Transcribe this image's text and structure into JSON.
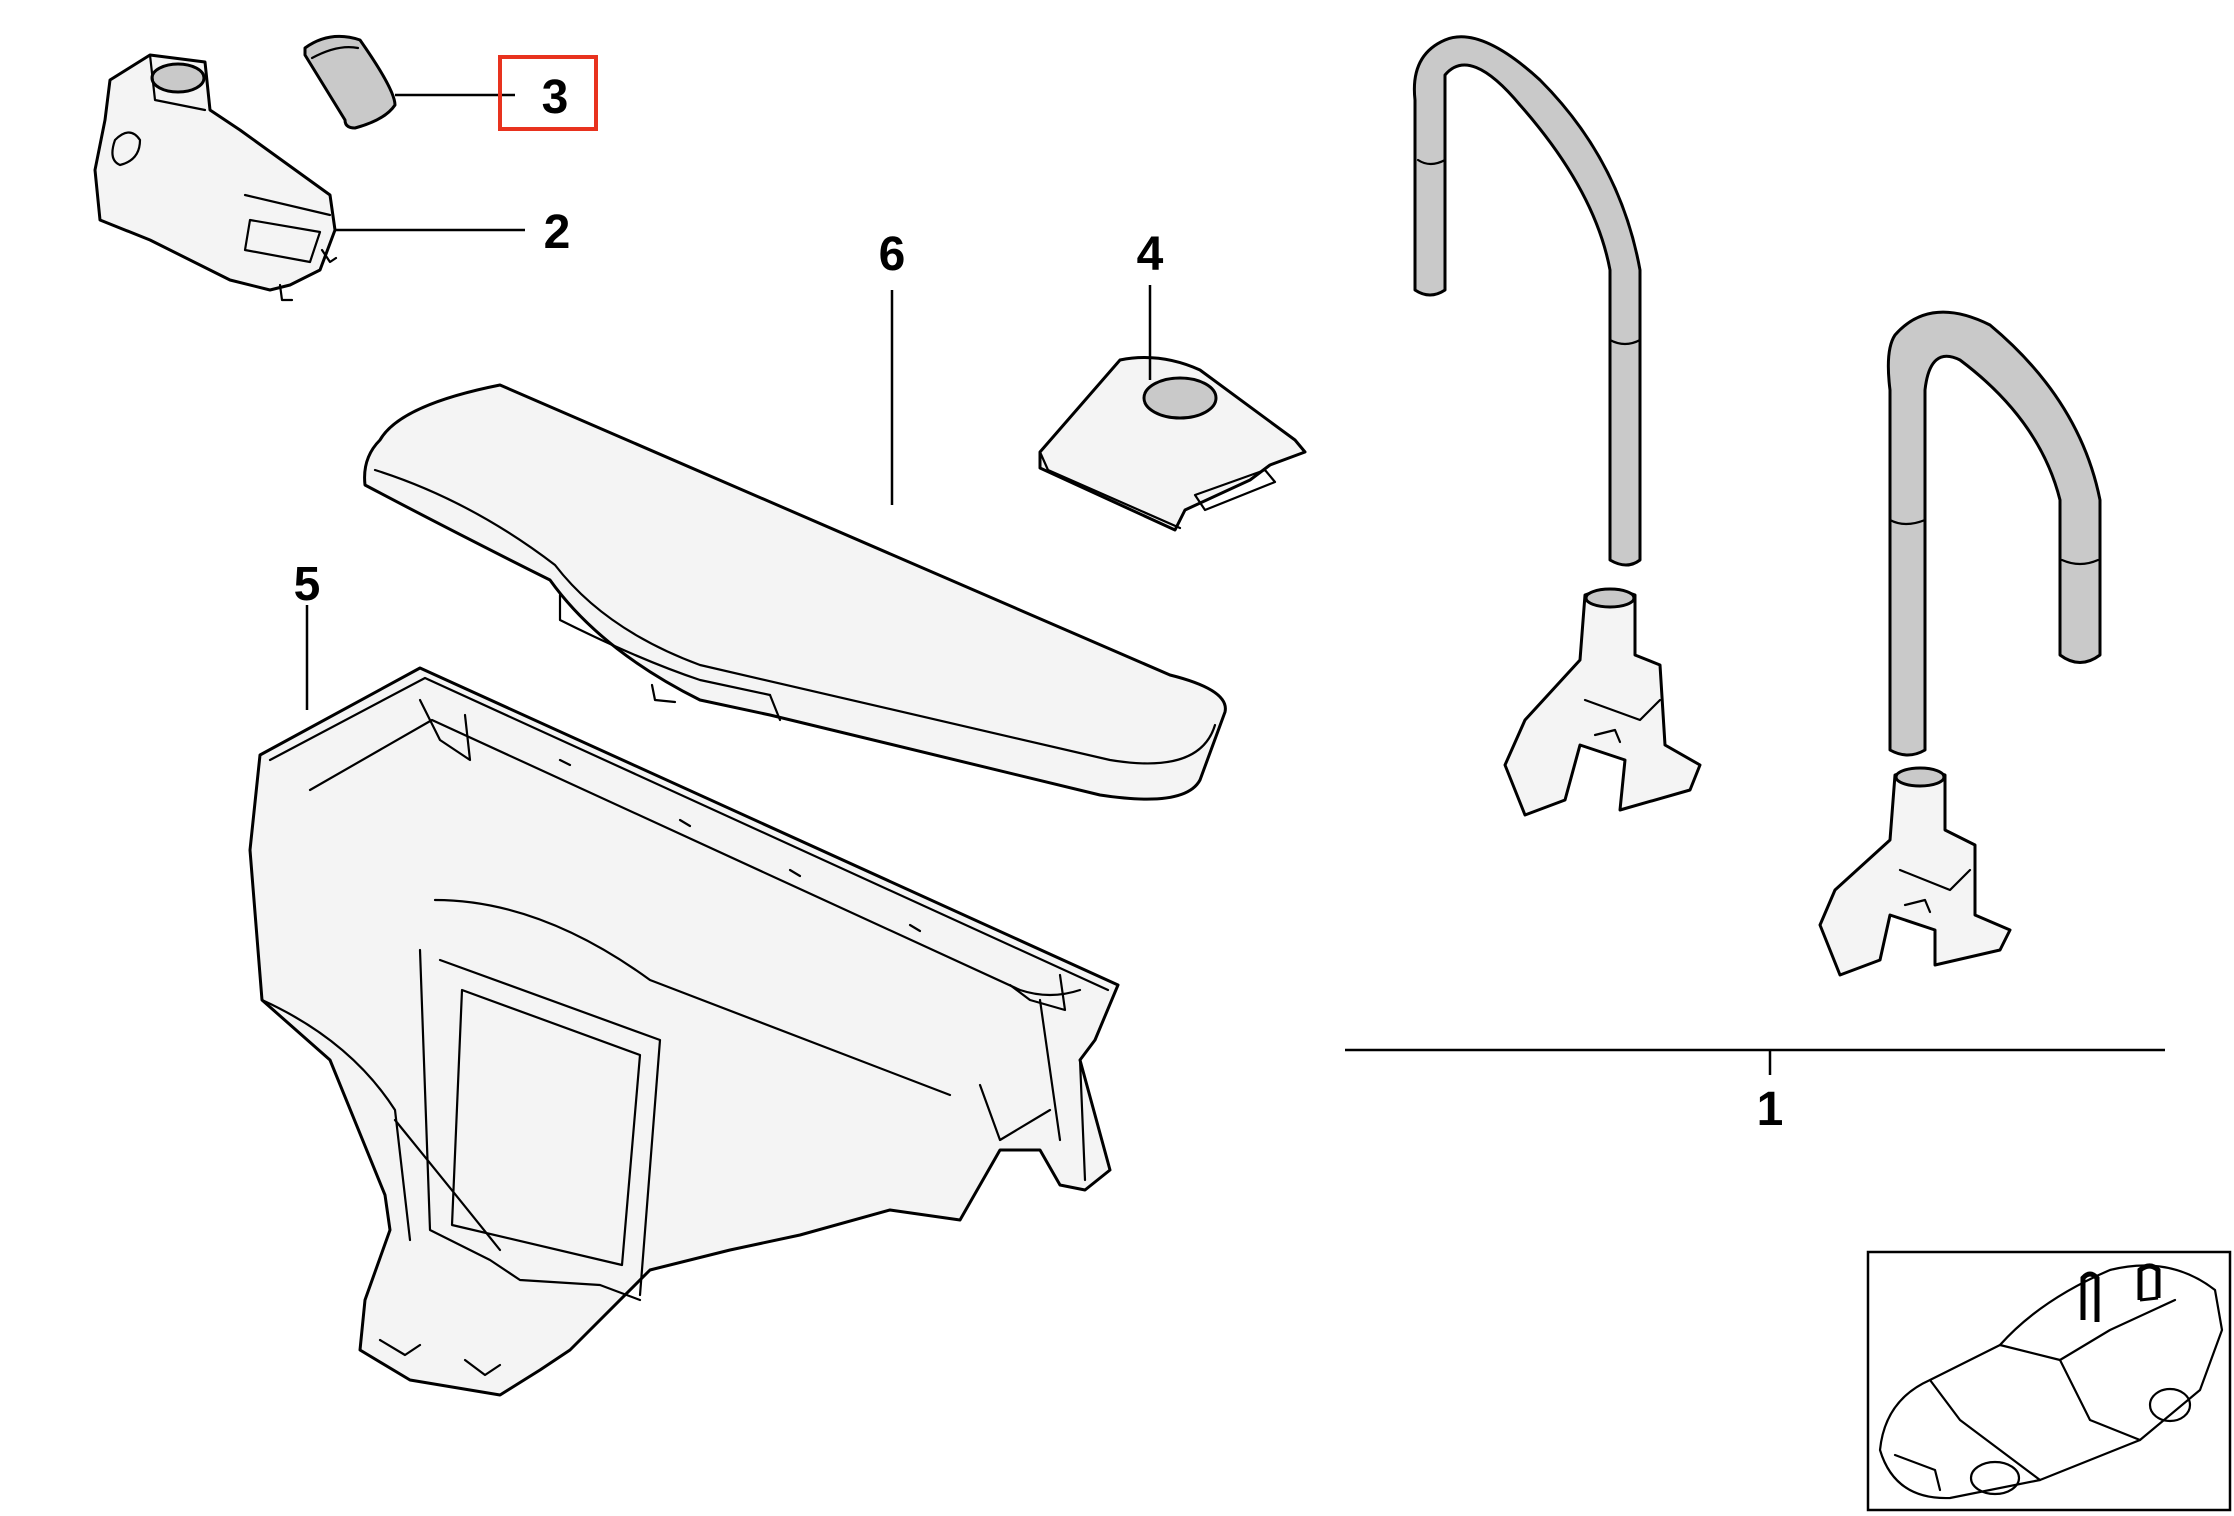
{
  "callouts": {
    "c1": "1",
    "c2": "2",
    "c3": "3",
    "c4": "4",
    "c5": "5",
    "c6": "6"
  },
  "highlight": {
    "label": "3",
    "color": "#e8321e"
  },
  "icons": {
    "car_inset": "car-location-icon"
  }
}
